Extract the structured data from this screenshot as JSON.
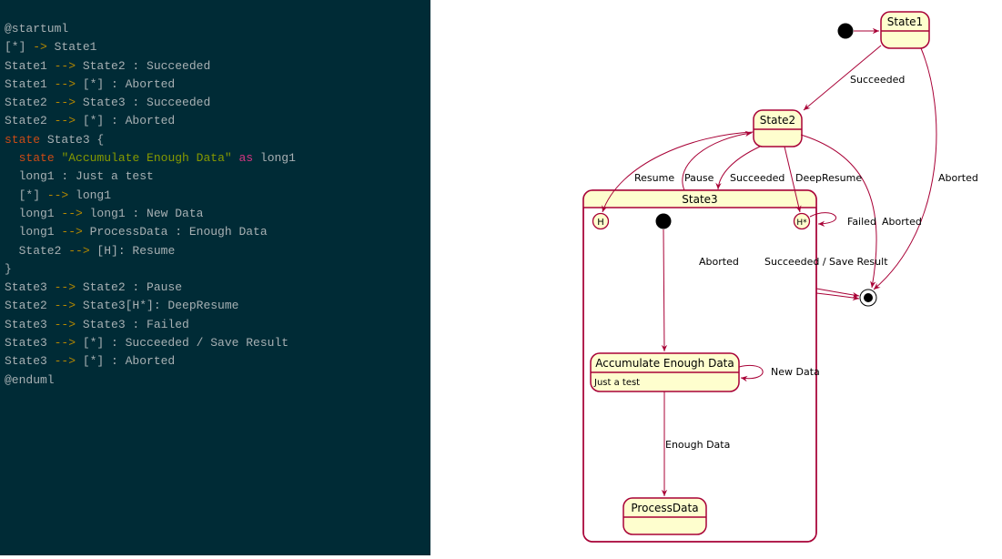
{
  "editor": {
    "lines": [
      [
        {
          "t": "txt",
          "v": "@startuml"
        }
      ],
      [
        {
          "t": "txt",
          "v": "[*] "
        },
        {
          "t": "arrow",
          "v": "->"
        },
        {
          "t": "txt",
          "v": " State1"
        }
      ],
      [
        {
          "t": "txt",
          "v": "State1 "
        },
        {
          "t": "arrow",
          "v": "-->"
        },
        {
          "t": "txt",
          "v": " State2 : Succeeded"
        }
      ],
      [
        {
          "t": "txt",
          "v": "State1 "
        },
        {
          "t": "arrow",
          "v": "-->"
        },
        {
          "t": "txt",
          "v": " [*] : Aborted"
        }
      ],
      [
        {
          "t": "txt",
          "v": "State2 "
        },
        {
          "t": "arrow",
          "v": "-->"
        },
        {
          "t": "txt",
          "v": " State3 : Succeeded"
        }
      ],
      [
        {
          "t": "txt",
          "v": "State2 "
        },
        {
          "t": "arrow",
          "v": "-->"
        },
        {
          "t": "txt",
          "v": " [*] : Aborted"
        }
      ],
      [
        {
          "t": "kw",
          "v": "state"
        },
        {
          "t": "txt",
          "v": " State3 {"
        }
      ],
      [
        {
          "t": "txt",
          "v": "  "
        },
        {
          "t": "kw",
          "v": "state"
        },
        {
          "t": "txt",
          "v": " "
        },
        {
          "t": "str",
          "v": "\"Accumulate Enough Data\""
        },
        {
          "t": "txt",
          "v": " "
        },
        {
          "t": "as",
          "v": "as"
        },
        {
          "t": "txt",
          "v": " long1"
        }
      ],
      [
        {
          "t": "txt",
          "v": "  long1 : Just a test"
        }
      ],
      [
        {
          "t": "txt",
          "v": "  [*] "
        },
        {
          "t": "arrow",
          "v": "-->"
        },
        {
          "t": "txt",
          "v": " long1"
        }
      ],
      [
        {
          "t": "txt",
          "v": "  long1 "
        },
        {
          "t": "arrow",
          "v": "-->"
        },
        {
          "t": "txt",
          "v": " long1 : New Data"
        }
      ],
      [
        {
          "t": "txt",
          "v": "  long1 "
        },
        {
          "t": "arrow",
          "v": "-->"
        },
        {
          "t": "txt",
          "v": " ProcessData : Enough Data"
        }
      ],
      [
        {
          "t": "txt",
          "v": "  State2 "
        },
        {
          "t": "arrow",
          "v": "-->"
        },
        {
          "t": "txt",
          "v": " [H]: Resume"
        }
      ],
      [
        {
          "t": "txt",
          "v": "}"
        }
      ],
      [
        {
          "t": "txt",
          "v": "State3 "
        },
        {
          "t": "arrow",
          "v": "-->"
        },
        {
          "t": "txt",
          "v": " State2 : Pause"
        }
      ],
      [
        {
          "t": "txt",
          "v": "State2 "
        },
        {
          "t": "arrow",
          "v": "-->"
        },
        {
          "t": "txt",
          "v": " State3[H*]: DeepResume"
        }
      ],
      [
        {
          "t": "txt",
          "v": "State3 "
        },
        {
          "t": "arrow",
          "v": "-->"
        },
        {
          "t": "txt",
          "v": " State3 : Failed"
        }
      ],
      [
        {
          "t": "txt",
          "v": "State3 "
        },
        {
          "t": "arrow",
          "v": "-->"
        },
        {
          "t": "txt",
          "v": " [*] : Succeeded / Save Result"
        }
      ],
      [
        {
          "t": "txt",
          "v": "State3 "
        },
        {
          "t": "arrow",
          "v": "-->"
        },
        {
          "t": "txt",
          "v": " [*] : Aborted"
        }
      ],
      [
        {
          "t": "txt",
          "v": "@enduml"
        }
      ]
    ]
  },
  "diagram": {
    "states": {
      "state1": "State1",
      "state2": "State2",
      "state3": "State3",
      "long1": "Accumulate Enough Data",
      "long1_desc": "Just a test",
      "process": "ProcessData"
    },
    "pseudo": {
      "history": "H",
      "deep_history": "H*"
    },
    "labels": {
      "s1_s2": "Succeeded",
      "s1_end": "Aborted",
      "resume": "Resume",
      "pause": "Pause",
      "s2_s3": "Succeeded",
      "deep_resume": "DeepResume",
      "failed": "Failed",
      "s2_end": "Aborted",
      "s3_end_abort": "Aborted",
      "s3_end_success": "Succeeded / Save Result",
      "new_data": "New Data",
      "enough_data": "Enough Data"
    },
    "colors": {
      "state_fill": "#fefece",
      "stroke": "#a80036",
      "editor_bg": "#002b36"
    }
  }
}
